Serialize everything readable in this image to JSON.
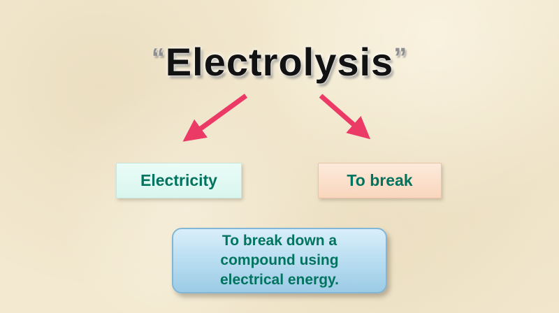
{
  "title": {
    "open_quote": "“",
    "text": "Electrolysis",
    "close_quote": "”"
  },
  "boxes": {
    "electricity": {
      "label": "Electricity"
    },
    "to_break": {
      "label": "To break"
    },
    "definition": {
      "text": "To break down a compound using electrical energy.",
      "lines": [
        "To break down a",
        "compound using",
        "electrical energy."
      ]
    }
  },
  "colors": {
    "background": "#f3e9d0",
    "arrow": "#ec3a67",
    "label_text": "#00745e",
    "electricity_fill": "#ddf7f0",
    "to_break_fill": "#fbdfc9",
    "definition_fill": "#aed6ec",
    "definition_border": "#82b6d6"
  }
}
